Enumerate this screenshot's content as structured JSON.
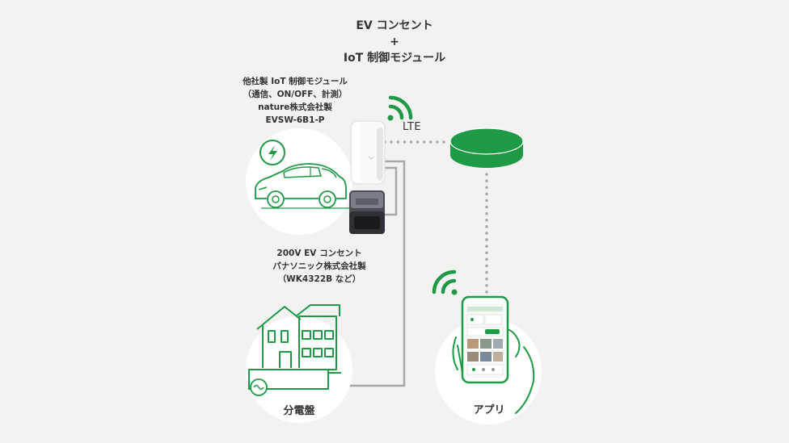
{
  "title": {
    "line1": "EV コンセント",
    "plus": "+",
    "line2": "IoT 制御モジュール"
  },
  "module": {
    "line1": "他社製 IoT 制御モジュール",
    "line2": "（通信、ON/OFF、計測）",
    "line3": "nature株式会社製",
    "line4": "EVSW-6B1-P"
  },
  "outlet": {
    "line1": "200V EV コンセント",
    "line2": "パナソニック株式会社製",
    "line3": "（WK4322B など）"
  },
  "lte_label": "LTE",
  "panel_label": "分電盤",
  "app_label": "アプリ",
  "colors": {
    "accent": "#1e9a47",
    "background": "#f2f2f2",
    "connector": "#a8a8a8"
  },
  "icons": [
    "lightning-icon",
    "ev-car-icon",
    "wifi-signal-icon",
    "cloud-server-icon",
    "house-icon",
    "distribution-board-icon",
    "smartphone-hand-icon"
  ]
}
